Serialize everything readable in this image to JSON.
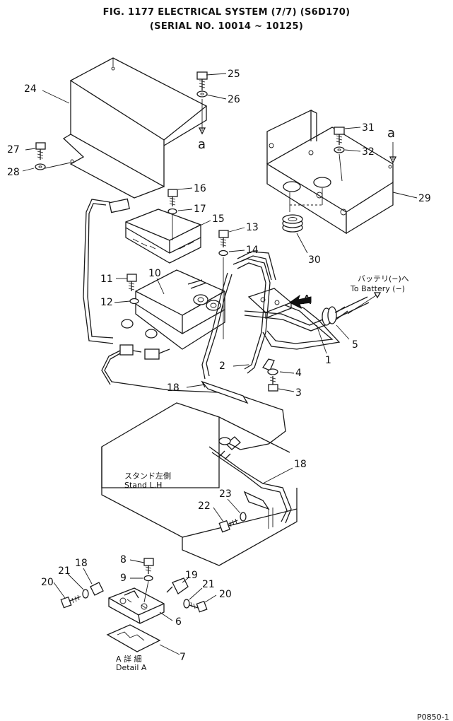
{
  "title": {
    "line1": "FIG. 1177   ELECTRICAL SYSTEM (7/7) (S6D170)",
    "line2": "(SERIAL NO. 10014 ~ 10125)"
  },
  "callouts": {
    "c24": "24",
    "c25": "25",
    "c26": "26",
    "c27": "27",
    "c28": "28",
    "c31": "31",
    "c32": "32",
    "c29": "29",
    "c30": "30",
    "c16": "16",
    "c17": "17",
    "c15": "15",
    "c13": "13",
    "c14": "14",
    "c11": "11",
    "c10": "10",
    "c12": "12",
    "c5": "5",
    "c1": "1",
    "c2": "2",
    "c4": "4",
    "c3": "3",
    "c18a": "18",
    "c18b": "18",
    "c23": "23",
    "c22": "22",
    "c8": "8",
    "c9": "9",
    "c19": "19",
    "c18c": "18",
    "c21a": "21",
    "c21b": "21",
    "c20a": "20",
    "c20b": "20",
    "c6": "6",
    "c7": "7"
  },
  "labels": {
    "ref_a1": "a",
    "ref_a2": "a",
    "view_a": "A",
    "battery_jp": "バッテリ(−)へ",
    "battery_en": "To Battery (−)",
    "stand_jp": "スタンド左側",
    "stand_en": "Stand L.H",
    "detail_jp": "A  詳  細",
    "detail_en": "Detail A",
    "corner_code": "P0850-1"
  }
}
